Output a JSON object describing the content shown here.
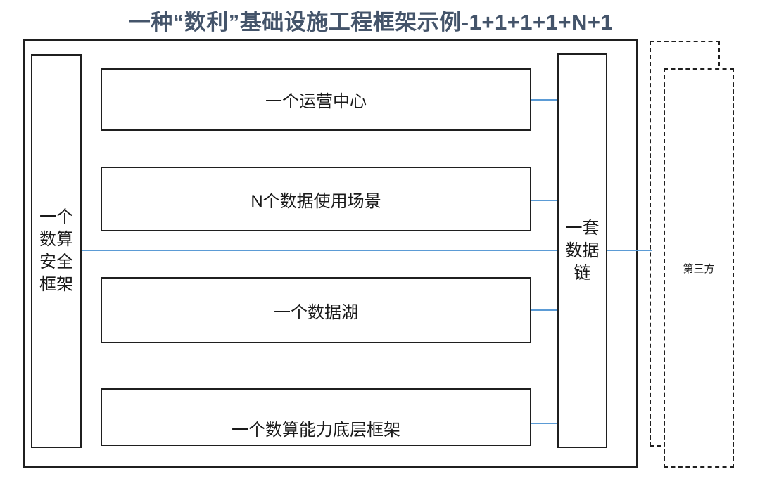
{
  "title": {
    "text": "一种“数利”基础设施工程框架示例-1+1+1+1+N+1"
  },
  "left_column": {
    "label": "一个数算安全框架",
    "lines": [
      "一个",
      "数算",
      "安全",
      "框架"
    ]
  },
  "right_column": {
    "label": "一套数据链",
    "lines": [
      "一套",
      "数据",
      "链"
    ]
  },
  "boxes": [
    {
      "label": "一个运营中心"
    },
    {
      "label": "N个数据使用场景"
    },
    {
      "label": "一个数据湖"
    },
    {
      "label": "一个数算能力底层框架"
    }
  ],
  "third_party": {
    "label": "第三方"
  },
  "colors": {
    "title": "#44546A",
    "connector": "#5B9BD5",
    "border": "#1f1f1f",
    "text": "#1a1a1a"
  }
}
